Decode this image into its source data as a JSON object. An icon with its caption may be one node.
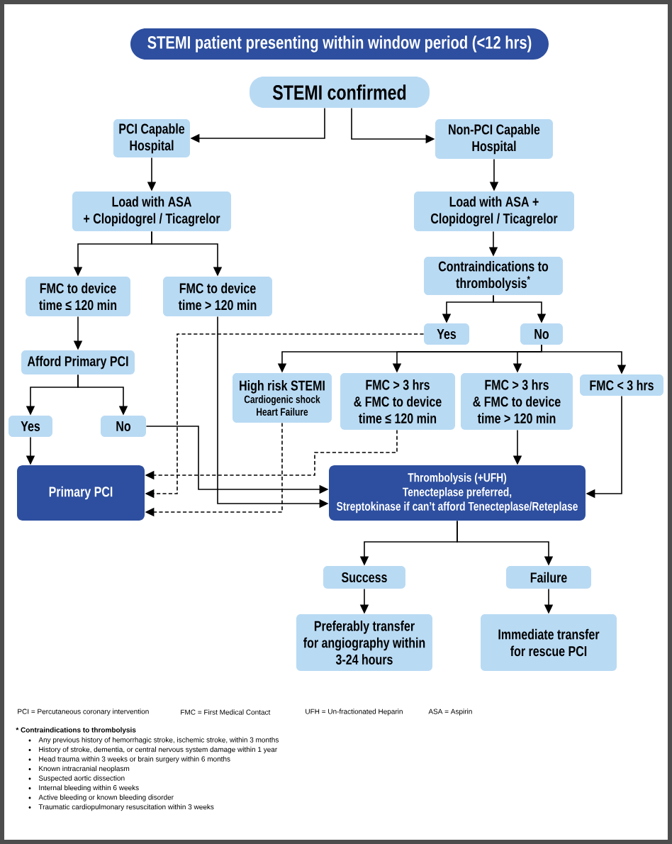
{
  "diagram": {
    "title": "STEMI patient presenting within window period (<12 hrs)",
    "nodes": [
      {
        "text": [
          "STEMI confirmed"
        ]
      },
      {
        "text": [
          "PCI Capable Hospital"
        ]
      },
      {
        "text": [
          "Non-PCI Capable Hospital"
        ]
      },
      {
        "text": [
          "Load with ASA + Clopidogrel / Ticagrelor"
        ]
      },
      {
        "text": [
          "Load with ASA + Clopidogrel / Ticagrelor"
        ]
      },
      {
        "text": [
          "FMC to device time ≤ 120 min"
        ]
      },
      {
        "text": [
          "FMC to device time > 120 min"
        ]
      },
      {
        "text": [
          "Contraindications to thrombolysis$^{*}$"
        ]
      },
      {
        "text": [
          "Yes"
        ]
      },
      {
        "text": [
          "No"
        ]
      },
      {
        "text": [
          "Afford Primary PCI"
        ]
      },
      {
        "text": [
          "High risk STEMI",
          "Cardiogenic shock",
          "Heart Failure"
        ]
      },
      {
        "text": [
          "FMC > 3 hrs & FMC to device time ≤ 120 min"
        ]
      },
      {
        "text": [
          "FMC > 3 hrs & FMC to device time > 120 min"
        ]
      },
      {
        "text": [
          "FMC < 3 hrs"
        ]
      },
      {
        "text": [
          "Yes"
        ]
      },
      {
        "text": [
          "No"
        ]
      },
      {
        "text": [
          "Primary PCI"
        ]
      },
      {
        "text": [
          "Thrombolysis (+UFH)",
          "Tenecteplase preferred, Streptokinase if can’t afford Tenecteplase/Reteplase"
        ]
      },
      {
        "text": [
          "Success"
        ]
      },
      {
        "text": [
          "Failure"
        ]
      },
      {
        "text": [
          "Preferably transfer for angiography within 3-24 hours"
        ]
      },
      {
        "text": [
          "Immediate transfer for rescue PCI"
        ]
      }
    ],
    "edges": [
      {
        "from": 0,
        "to": 1,
        "arrow": "to"
      },
      {
        "from": 0,
        "to": 2,
        "arrow": "to"
      },
      {
        "from": 1,
        "to": 3,
        "arrow": "to"
      },
      {
        "from": 2,
        "to": 4,
        "arrow": "to"
      },
      {
        "from": 3,
        "to": 5,
        "arrow": "to"
      },
      {
        "from": 3,
        "to": 6,
        "arrow": "to"
      },
      {
        "from": 4,
        "to": 7,
        "arrow": "to"
      },
      {
        "from": 5,
        "to": 10,
        "arrow": "to"
      },
      {
        "from": 7,
        "to": 8,
        "arrow": "to"
      },
      {
        "from": 7,
        "to": 9,
        "arrow": "to"
      },
      {
        "from": 10,
        "to": 15,
        "arrow": "to"
      },
      {
        "from": 10,
        "to": 16,
        "arrow": "to"
      },
      {
        "from": 9,
        "to": 11,
        "arrow": "to"
      },
      {
        "from": 9,
        "to": 12,
        "arrow": "to"
      },
      {
        "from": 9,
        "to": 13,
        "arrow": "to"
      },
      {
        "from": 9,
        "to": 14,
        "arrow": "to"
      },
      {
        "from": 15,
        "to": 17,
        "arrow": "to"
      },
      {
        "from": 16,
        "to": 18,
        "arrow": "to"
      },
      {
        "from": 6,
        "to": 18,
        "arrow": "to"
      },
      {
        "from": 8,
        "to": 17,
        "arrow": "to",
        "style": "dashed"
      },
      {
        "from": 12,
        "to": 17,
        "arrow": "to",
        "style": "dashed"
      },
      {
        "from": 11,
        "to": 17,
        "arrow": "to",
        "style": "dashed"
      },
      {
        "from": 13,
        "to": 18,
        "arrow": "to"
      },
      {
        "from": 14,
        "to": 18,
        "arrow": "to"
      },
      {
        "from": 18,
        "to": 19,
        "arrow": "to"
      },
      {
        "from": 18,
        "to": 20,
        "arrow": "to"
      },
      {
        "from": 19,
        "to": 21,
        "arrow": "to"
      },
      {
        "from": 20,
        "to": 22,
        "arrow": "to"
      }
    ],
    "labels": [
      "PCI = Percutaneous coronary intervention",
      "FMC = First Medical Contact",
      "UFH = Un-fractionated Heparin",
      "ASA = Aspirin",
      "* Contraindications to thrombolysis",
      "Any previous history of hemorrhagic stroke, ischemic stroke, within 3 months",
      "History of stroke, dementia, or central nervous system damage within 1 year",
      "Head trauma within 3 weeks or brain surgery within 6 months",
      "Known intracranial neoplasm",
      "Suspected aortic dissection",
      "Internal bleeding within 6 weeks",
      "Active bleeding or known bleeding disorder",
      "Traumatic cardiopulmonary resuscitation within 3 weeks"
    ]
  }
}
